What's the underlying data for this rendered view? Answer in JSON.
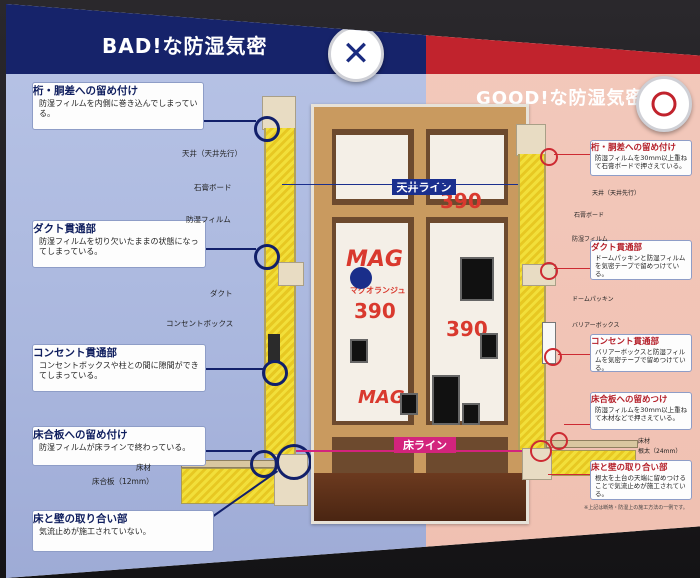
{
  "bad": {
    "title": "BAD!な防湿気密",
    "mark": "✕",
    "callouts": [
      {
        "title": "桁・胴差への留め付け",
        "desc": "防湿フィルムを内側に巻き込んでしまっている。"
      },
      {
        "title": "ダクト貫通部",
        "desc": "防湿フィルムを切り欠いたままの状態になってしまっている。"
      },
      {
        "title": "コンセント貫通部",
        "desc": "コンセントボックスや柱との間に隙間ができてしまっている。"
      },
      {
        "title": "床合板への留め付け",
        "desc": "防湿フィルムが床ラインで終わっている。"
      },
      {
        "title": "床と壁の取り合い部",
        "desc": "気流止めが施工されていない。"
      }
    ],
    "labels": {
      "ceiling": "天井（天井先行）",
      "gypsum": "石膏ボード",
      "film": "防湿フィルム",
      "duct": "ダクト",
      "outlet_box": "コンセントボックス",
      "floor_material": "床材",
      "floor_plywood": "床合板（12mm）"
    }
  },
  "good": {
    "title": "GOOD!な防湿気密",
    "callouts": [
      {
        "title": "桁・胴差への留め付け",
        "desc": "防湿フィルムを30mm以上重ねて石膏ボードで押さえている。"
      },
      {
        "title": "ダクト貫通部",
        "desc": "ドームパッキンと防湿フィルムを気密テープで留めつけている。"
      },
      {
        "title": "コンセント貫通部",
        "desc": "バリアーボックスと防湿フィルムを気密テープで留めつけている。"
      },
      {
        "title": "床合板への留めつけ",
        "desc": "防湿フィルムを30mm以上重ねて木材などで押さえている。"
      },
      {
        "title": "床と壁の取り合い部",
        "desc": "根太を土台の天端に留めつけることで気流止めが施工されている。"
      }
    ],
    "labels": {
      "ceiling": "天井（天井先行）",
      "gypsum": "石膏ボード",
      "film": "防湿フィルム",
      "dome": "ドームパッキン",
      "barrier_box": "バリアーボックス",
      "floor": "床材",
      "joist": "根太（24mm）"
    },
    "footnote": "※上記は断熱・防湿上の施工方法の一例です。"
  },
  "photo": {
    "ceiling_line": "天井ライン",
    "floor_line": "床ライン",
    "brand_mag": "MAG",
    "product_number": "390",
    "product_name": "マグオランジュ"
  },
  "colors": {
    "bad_band": "#16236a",
    "good_band": "#c1232d",
    "line_pink": "#d3247d",
    "insulation_yellow": "#f2df3a"
  }
}
